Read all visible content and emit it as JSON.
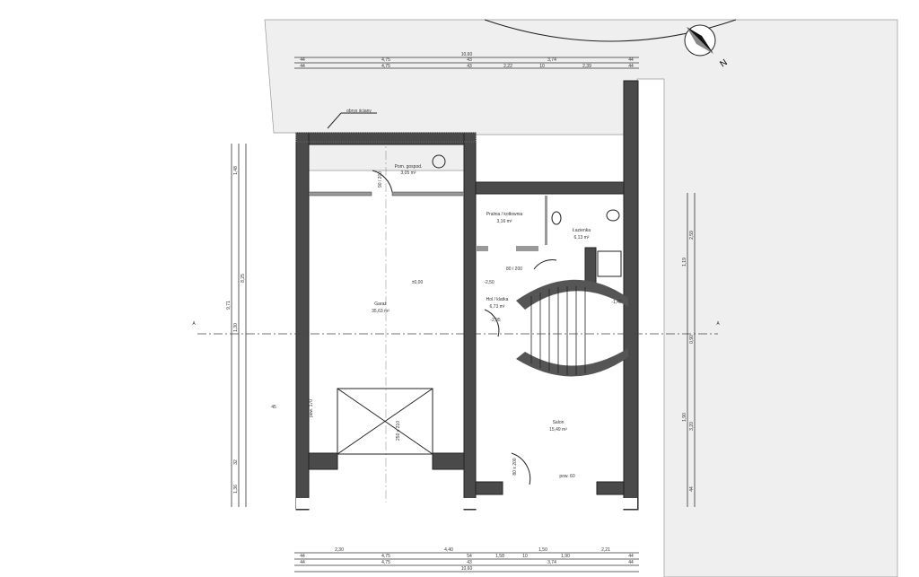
{
  "drawing": {
    "north_label": "N",
    "top_dimensions": {
      "overall": "10,60",
      "row1": [
        "44",
        "4,75",
        "43",
        "3,74",
        "44"
      ],
      "row2": [
        "44",
        "4,75",
        "43",
        "2,22",
        "10",
        "2,39",
        "44"
      ]
    },
    "bottom_dimensions": {
      "overall": "10,60",
      "row1": [
        "2,30",
        "4,40",
        "1,50",
        "2,21"
      ],
      "row2": [
        "44",
        "4,75",
        "54",
        "1,58",
        "10",
        "1,90",
        "44"
      ],
      "row3": [
        "44",
        "4,75",
        "43",
        "3,74",
        "44"
      ]
    },
    "left_dimensions": [
      "1,48",
      "8,25",
      "9,71",
      "1,30",
      "45",
      "32",
      "1,36"
    ],
    "right_dimensions": [
      "2,59",
      "1,19",
      "0,90",
      "1,90",
      "3,20",
      "44"
    ],
    "callout": "obrys ściany",
    "rooms": [
      {
        "name": "Pom. gospod.",
        "area": "3,05 m²"
      },
      {
        "name": "Garaż",
        "area": "35,63 m²"
      },
      {
        "name": "Pralnia / kotłownia",
        "area": "3,16 m²"
      },
      {
        "name": "Łazienka",
        "area": "6,13 m²"
      },
      {
        "name": "Hol / klatka",
        "area": "6,73 m²"
      },
      {
        "name": "Salon",
        "area": "15,49 m²"
      }
    ],
    "levels": [
      "±0,00",
      "-2,50",
      "-2,95",
      "-1,40"
    ],
    "door_labels": [
      "80 / 200",
      "90 / 200",
      "80 x 200"
    ],
    "window_labels": [
      "pow. 60",
      "pow. 170"
    ],
    "garage_door": "250 x 210",
    "section_mark": "A"
  }
}
